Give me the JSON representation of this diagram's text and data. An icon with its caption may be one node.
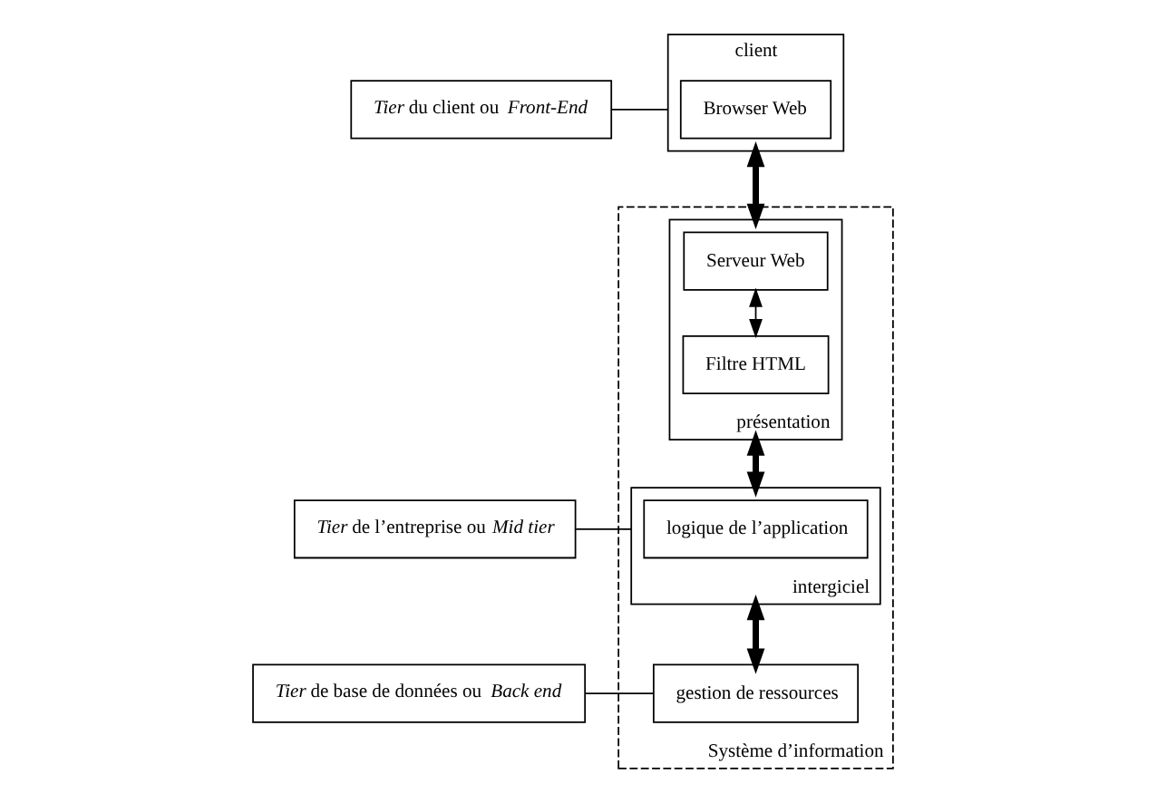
{
  "diagram": {
    "nodes": [
      {
        "text": [
          "client"
        ]
      },
      {
        "text": [
          "Browser Web"
        ],
        "in": 0
      },
      {
        "text": [
          "Système d’information"
        ]
      },
      {
        "text": [
          "présentation"
        ],
        "in": 2
      },
      {
        "text": [
          "Serveur Web"
        ],
        "in": 3
      },
      {
        "text": [
          "Filtre HTML"
        ],
        "in": 3
      },
      {
        "text": [
          "intergiciel"
        ],
        "in": 2
      },
      {
        "text": [
          "logique de l’application"
        ],
        "in": 6
      },
      {
        "text": [
          "gestion de ressources"
        ],
        "in": 2
      },
      {
        "text": [
          "*Tier* du client ou *Front-End*"
        ]
      },
      {
        "text": [
          "*Tier* de l’entreprise ou *Mid tier*"
        ]
      },
      {
        "text": [
          "*Tier* de base de données ou *Back end*"
        ]
      }
    ],
    "edges": [
      {
        "from": 0,
        "to": 3,
        "arrow": "both",
        "style": "thick"
      },
      {
        "from": 4,
        "to": 5,
        "arrow": "both"
      },
      {
        "from": 3,
        "to": 6,
        "arrow": "both",
        "style": "thick"
      },
      {
        "from": 6,
        "to": 8,
        "arrow": "both",
        "style": "thick"
      },
      {
        "from": 9,
        "to": 0,
        "arrow": "none"
      },
      {
        "from": 10,
        "to": 6,
        "arrow": "none"
      },
      {
        "from": 11,
        "to": 8,
        "arrow": "none"
      }
    ]
  }
}
